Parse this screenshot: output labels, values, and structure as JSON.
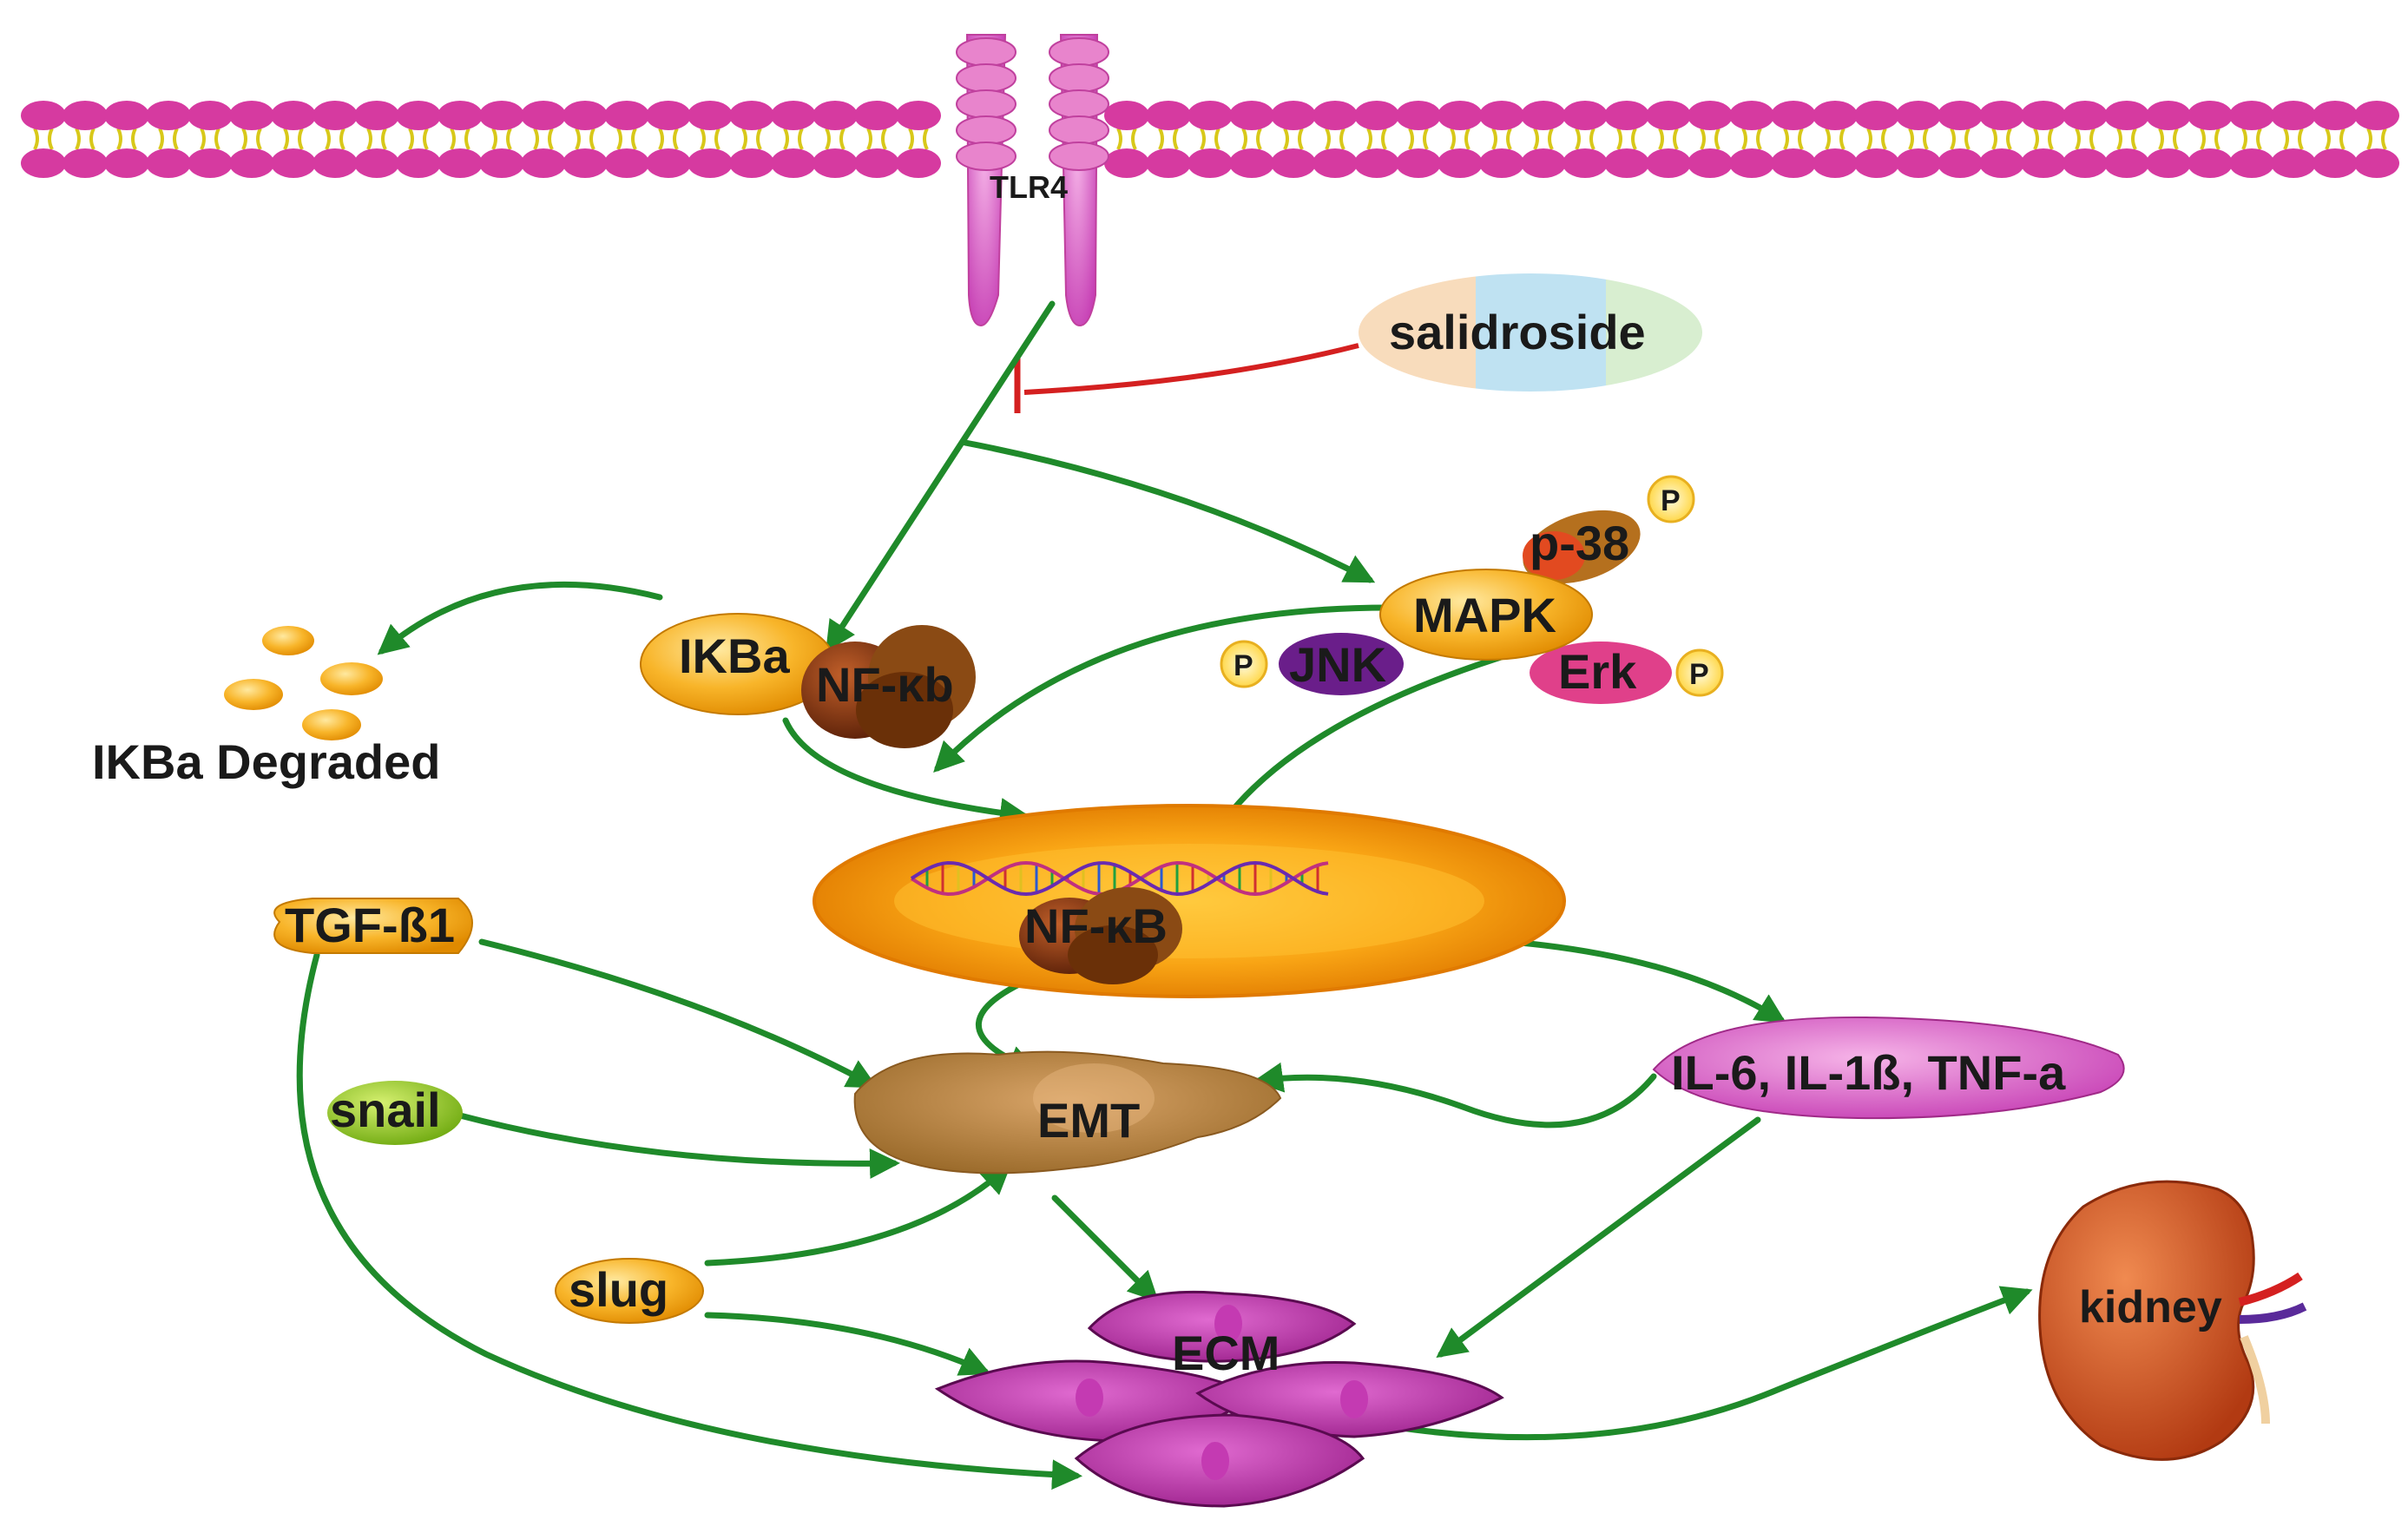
{
  "receptor": "TLR4",
  "inhibitor": "salidroside",
  "ikba": "IKBa",
  "nfkb": "NF-κb",
  "nfkb_nucleus": "NF-κB",
  "ikba_degraded": "IKBa Degraded",
  "mapk": "MAPK",
  "p38": "p-38",
  "jnk": "JNK",
  "erk": "Erk",
  "phospho": "P",
  "tgf": "TGF-ß1",
  "snail": "snail",
  "slug": "slug",
  "emt": "EMT",
  "ecm": "ECM",
  "cytokines": "IL-6, IL-1ß, TNF-a",
  "kidney": "kidney",
  "colors": {
    "arrow": "#1f8a2a",
    "inhibition": "#d42020",
    "membrane": "#d63aa0",
    "nucleus": "#f59a10",
    "ecm": "#b02a9e"
  }
}
